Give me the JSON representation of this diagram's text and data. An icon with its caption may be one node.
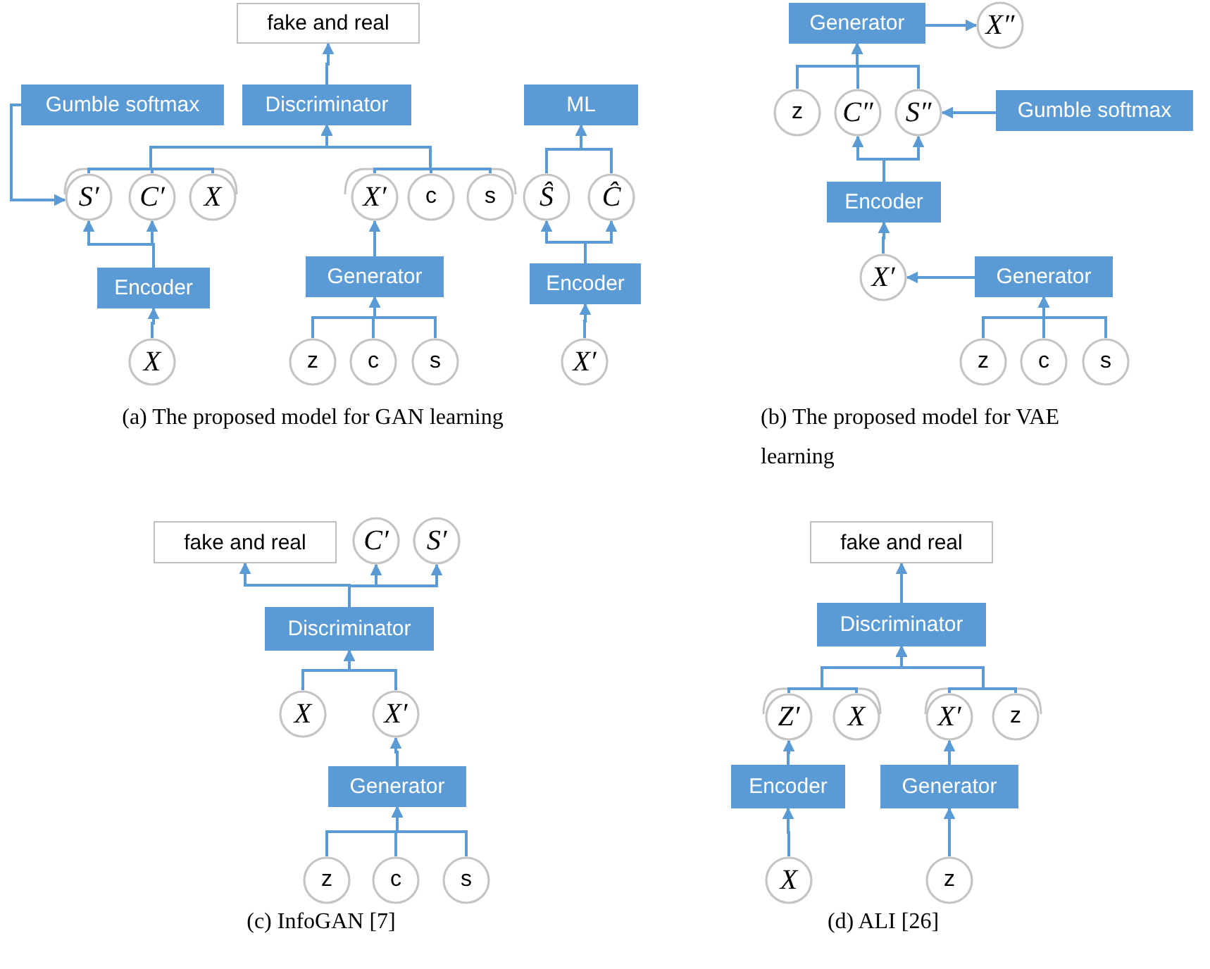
{
  "diagram": {
    "nodes": [
      {
        "text": [
          "fake and real"
        ]
      },
      {
        "text": [
          "Gumble softmax"
        ]
      },
      {
        "text": [
          "Discriminator"
        ]
      },
      {
        "text": [
          "ML"
        ]
      },
      {
        "text": [
          "S′"
        ]
      },
      {
        "text": [
          "C′"
        ]
      },
      {
        "text": [
          "X"
        ]
      },
      {
        "text": [
          "X′"
        ]
      },
      {
        "text": [
          "c"
        ]
      },
      {
        "text": [
          "s"
        ]
      },
      {
        "text": [
          "Ŝ"
        ]
      },
      {
        "text": [
          "Ĉ"
        ]
      },
      {
        "text": [
          "Generator"
        ]
      },
      {
        "text": [
          "Encoder"
        ]
      },
      {
        "text": [
          "Encoder"
        ]
      },
      {
        "text": [
          "X"
        ]
      },
      {
        "text": [
          "z"
        ]
      },
      {
        "text": [
          "c"
        ]
      },
      {
        "text": [
          "s"
        ]
      },
      {
        "text": [
          "X′"
        ]
      },
      {
        "text": [
          "Generator"
        ]
      },
      {
        "text": [
          "X″"
        ]
      },
      {
        "text": [
          "z"
        ]
      },
      {
        "text": [
          "C″"
        ]
      },
      {
        "text": [
          "S″"
        ]
      },
      {
        "text": [
          "Gumble softmax"
        ]
      },
      {
        "text": [
          "Encoder"
        ]
      },
      {
        "text": [
          "X′"
        ]
      },
      {
        "text": [
          "Generator"
        ]
      },
      {
        "text": [
          "z"
        ]
      },
      {
        "text": [
          "c"
        ]
      },
      {
        "text": [
          "s"
        ]
      },
      {
        "text": [
          "fake and real"
        ]
      },
      {
        "text": [
          "C′"
        ]
      },
      {
        "text": [
          "S′"
        ]
      },
      {
        "text": [
          "Discriminator"
        ]
      },
      {
        "text": [
          "X"
        ]
      },
      {
        "text": [
          "X′"
        ]
      },
      {
        "text": [
          "Generator"
        ]
      },
      {
        "text": [
          "z"
        ]
      },
      {
        "text": [
          "c"
        ]
      },
      {
        "text": [
          "s"
        ]
      },
      {
        "text": [
          "fake and real"
        ]
      },
      {
        "text": [
          "Discriminator"
        ]
      },
      {
        "text": [
          "Z′"
        ]
      },
      {
        "text": [
          "X"
        ]
      },
      {
        "text": [
          "X′"
        ]
      },
      {
        "text": [
          "z"
        ]
      },
      {
        "text": [
          "Encoder"
        ]
      },
      {
        "text": [
          "Generator"
        ]
      },
      {
        "text": [
          "X"
        ]
      },
      {
        "text": [
          "z"
        ]
      }
    ],
    "edges": [
      {
        "from": 2,
        "to": 0,
        "arrow": "to"
      },
      {
        "from": 4,
        "to": 2,
        "arrow": "to"
      },
      {
        "from": 5,
        "to": 2,
        "arrow": "to"
      },
      {
        "from": 6,
        "to": 2,
        "arrow": "to"
      },
      {
        "from": 7,
        "to": 2,
        "arrow": "to"
      },
      {
        "from": 8,
        "to": 2,
        "arrow": "to"
      },
      {
        "from": 9,
        "to": 2,
        "arrow": "to"
      },
      {
        "from": 1,
        "to": 4,
        "arrow": "to"
      },
      {
        "from": 13,
        "to": 4,
        "arrow": "to"
      },
      {
        "from": 13,
        "to": 5,
        "arrow": "to"
      },
      {
        "from": 15,
        "to": 13,
        "arrow": "to"
      },
      {
        "from": 12,
        "to": 7,
        "arrow": "to"
      },
      {
        "from": 16,
        "to": 12,
        "arrow": "to"
      },
      {
        "from": 17,
        "to": 12,
        "arrow": "to"
      },
      {
        "from": 18,
        "to": 12,
        "arrow": "to"
      },
      {
        "from": 10,
        "to": 3,
        "arrow": "to"
      },
      {
        "from": 11,
        "to": 3,
        "arrow": "to"
      },
      {
        "from": 14,
        "to": 10,
        "arrow": "to"
      },
      {
        "from": 14,
        "to": 11,
        "arrow": "to"
      },
      {
        "from": 19,
        "to": 14,
        "arrow": "to"
      },
      {
        "from": 20,
        "to": 21,
        "arrow": "to"
      },
      {
        "from": 22,
        "to": 20,
        "arrow": "to"
      },
      {
        "from": 23,
        "to": 20,
        "arrow": "to"
      },
      {
        "from": 24,
        "to": 20,
        "arrow": "to"
      },
      {
        "from": 25,
        "to": 24,
        "arrow": "to"
      },
      {
        "from": 26,
        "to": 23,
        "arrow": "to"
      },
      {
        "from": 26,
        "to": 24,
        "arrow": "to"
      },
      {
        "from": 27,
        "to": 26,
        "arrow": "to"
      },
      {
        "from": 28,
        "to": 27,
        "arrow": "to"
      },
      {
        "from": 29,
        "to": 28,
        "arrow": "to"
      },
      {
        "from": 30,
        "to": 28,
        "arrow": "to"
      },
      {
        "from": 31,
        "to": 28,
        "arrow": "to"
      },
      {
        "from": 35,
        "to": 32,
        "arrow": "to"
      },
      {
        "from": 35,
        "to": 33,
        "arrow": "to"
      },
      {
        "from": 35,
        "to": 34,
        "arrow": "to"
      },
      {
        "from": 36,
        "to": 35,
        "arrow": "to"
      },
      {
        "from": 37,
        "to": 35,
        "arrow": "to"
      },
      {
        "from": 38,
        "to": 37,
        "arrow": "to"
      },
      {
        "from": 39,
        "to": 38,
        "arrow": "to"
      },
      {
        "from": 40,
        "to": 38,
        "arrow": "to"
      },
      {
        "from": 41,
        "to": 38,
        "arrow": "to"
      },
      {
        "from": 43,
        "to": 42,
        "arrow": "to"
      },
      {
        "from": 44,
        "to": 43,
        "arrow": "to"
      },
      {
        "from": 45,
        "to": 43,
        "arrow": "to"
      },
      {
        "from": 46,
        "to": 43,
        "arrow": "to"
      },
      {
        "from": 47,
        "to": 43,
        "arrow": "to"
      },
      {
        "from": 48,
        "to": 44,
        "arrow": "to"
      },
      {
        "from": 49,
        "to": 46,
        "arrow": "to"
      },
      {
        "from": 50,
        "to": 48,
        "arrow": "to"
      },
      {
        "from": 51,
        "to": 49,
        "arrow": "to"
      }
    ],
    "labels": [
      "(a) The proposed model for GAN learning",
      "(b) The proposed model for VAE learning",
      "(c) InfoGAN [7]",
      "(d) ALI [26]"
    ]
  }
}
